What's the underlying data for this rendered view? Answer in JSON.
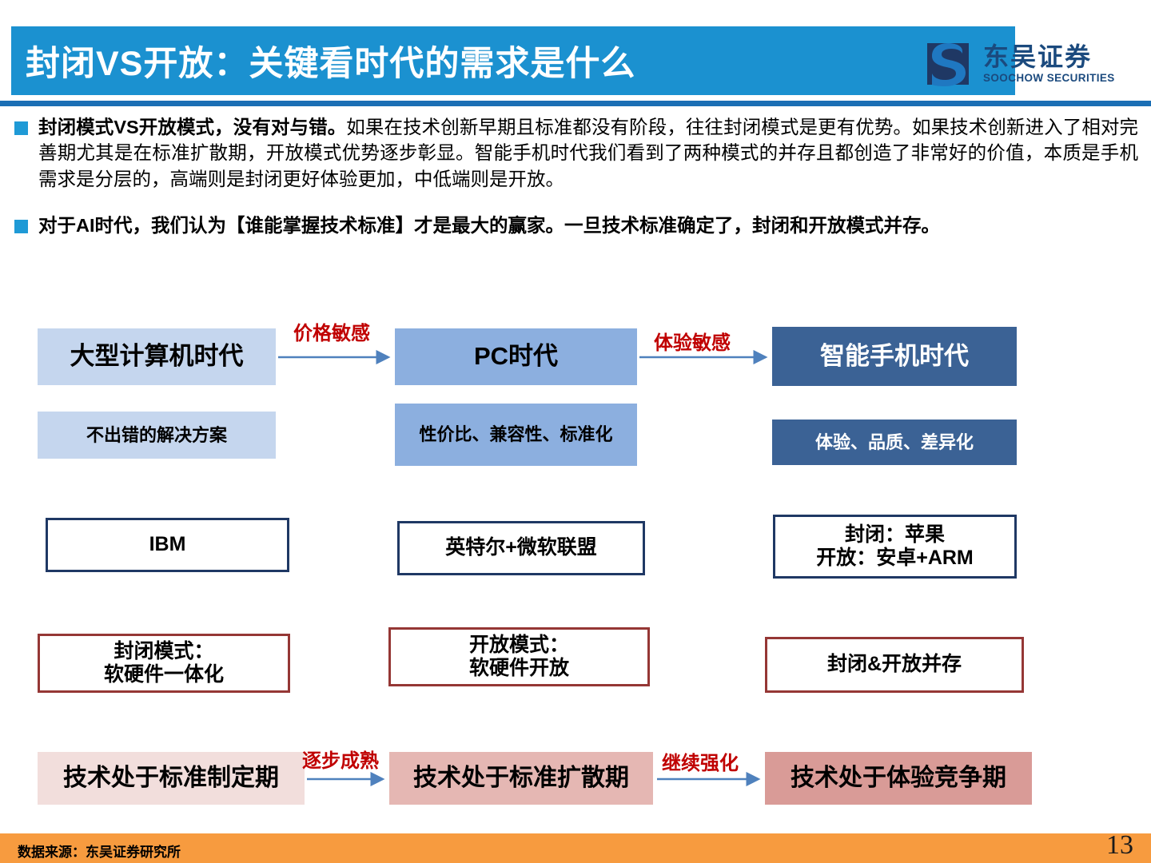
{
  "header": {
    "title": "封闭VS开放：关键看时代的需求是什么",
    "accent_color": "#1b91d0",
    "rule_color": "#1b6fb5"
  },
  "logo": {
    "name_cn": "东吴证券",
    "name_en": "SOOCHOW SECURITIES",
    "mark_icon": "soochow-s-mark-icon",
    "color": "#1b4a7e"
  },
  "bullets": [
    {
      "lead": "封闭模式VS开放模式，没有对与错。",
      "body": "如果在技术创新早期且标准都没有阶段，往往封闭模式是更有优势。如果技术创新进入了相对完善期尤其是在标准扩散期，开放模式优势逐步彰显。智能手机时代我们看到了两种模式的并存且都创造了非常好的价值，本质是手机需求是分层的，高端则是封闭更好体验更加，中低端则是开放。"
    },
    {
      "lead": "",
      "body": "对于AI时代，我们认为【谁能掌握技术标准】才是最大的赢家。一旦技术标准确定了，封闭和开放模式并存。"
    }
  ],
  "diagram": {
    "eras": [
      {
        "label": "大型计算机时代",
        "color": "#c5d6ee"
      },
      {
        "label": "PC时代",
        "color": "#8cafdf"
      },
      {
        "label": "智能手机时代",
        "color": "#3b6295"
      }
    ],
    "attributes": [
      {
        "label": "不出错的解决方案",
        "color": "#c5d6ee"
      },
      {
        "label": "性价比、兼容性、标准化",
        "color": "#8cafdf"
      },
      {
        "label": "体验、品质、差异化",
        "color": "#3b6295"
      }
    ],
    "companies": [
      {
        "label": "IBM",
        "border": "#1f3864"
      },
      {
        "label": "英特尔+微软联盟",
        "border": "#1f3864"
      },
      {
        "label": "封闭：苹果\n开放：安卓+ARM",
        "border": "#1f3864"
      }
    ],
    "modes": [
      {
        "label": "封闭模式：\n软硬件一体化",
        "border": "#953735"
      },
      {
        "label": "开放模式：\n软硬件开放",
        "border": "#953735"
      },
      {
        "label": "封闭&开放并存",
        "border": "#953735"
      }
    ],
    "stages": [
      {
        "label": "技术处于标准制定期",
        "color": "#f2dedc"
      },
      {
        "label": "技术处于标准扩散期",
        "color": "#e5b7b3"
      },
      {
        "label": "技术处于体验竞争期",
        "color": "#d99b97"
      }
    ],
    "arrow_labels": {
      "top_left": "价格敏感",
      "top_right": "体验敏感",
      "bottom_left": "逐步成熟",
      "bottom_right": "继续强化",
      "color": "#c00000"
    },
    "arrow_color": "#4f81bd"
  },
  "footer": {
    "source": "数据来源：东吴证券研究所",
    "page_number": "13",
    "band_color": "#f79b3f"
  }
}
